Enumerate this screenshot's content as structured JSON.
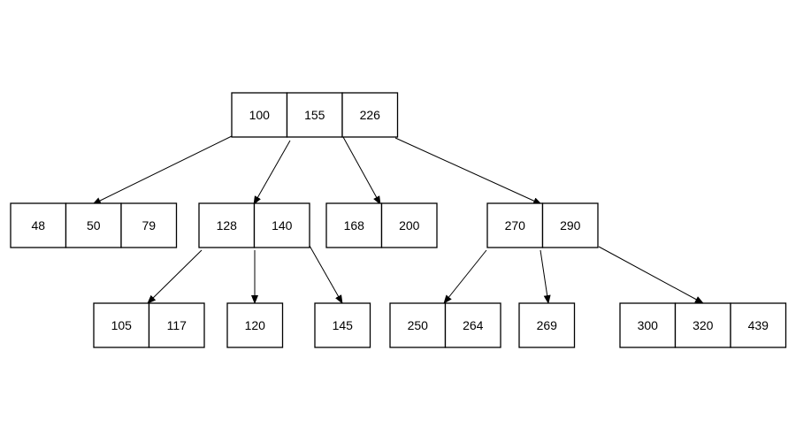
{
  "diagram": {
    "type": "b-tree",
    "nodes": [
      {
        "id": "root",
        "keys": [
          "100",
          "155",
          "226"
        ]
      },
      {
        "id": "n1",
        "keys": [
          "48",
          "50",
          "79"
        ]
      },
      {
        "id": "n2",
        "keys": [
          "128",
          "140"
        ]
      },
      {
        "id": "n3",
        "keys": [
          "168",
          "200"
        ]
      },
      {
        "id": "n4",
        "keys": [
          "270",
          "290"
        ]
      },
      {
        "id": "n5",
        "keys": [
          "105",
          "117"
        ]
      },
      {
        "id": "n6",
        "keys": [
          "120"
        ]
      },
      {
        "id": "n7",
        "keys": [
          "145"
        ]
      },
      {
        "id": "n8",
        "keys": [
          "250",
          "264"
        ]
      },
      {
        "id": "n9",
        "keys": [
          "269"
        ]
      },
      {
        "id": "n10",
        "keys": [
          "300",
          "320",
          "439"
        ]
      }
    ],
    "edges": [
      {
        "from": "root",
        "to": "n1"
      },
      {
        "from": "root",
        "to": "n2"
      },
      {
        "from": "root",
        "to": "n3"
      },
      {
        "from": "root",
        "to": "n4"
      },
      {
        "from": "n2",
        "to": "n5"
      },
      {
        "from": "n2",
        "to": "n6"
      },
      {
        "from": "n2",
        "to": "n7"
      },
      {
        "from": "n4",
        "to": "n8"
      },
      {
        "from": "n4",
        "to": "n9"
      },
      {
        "from": "n4",
        "to": "n10"
      }
    ]
  }
}
